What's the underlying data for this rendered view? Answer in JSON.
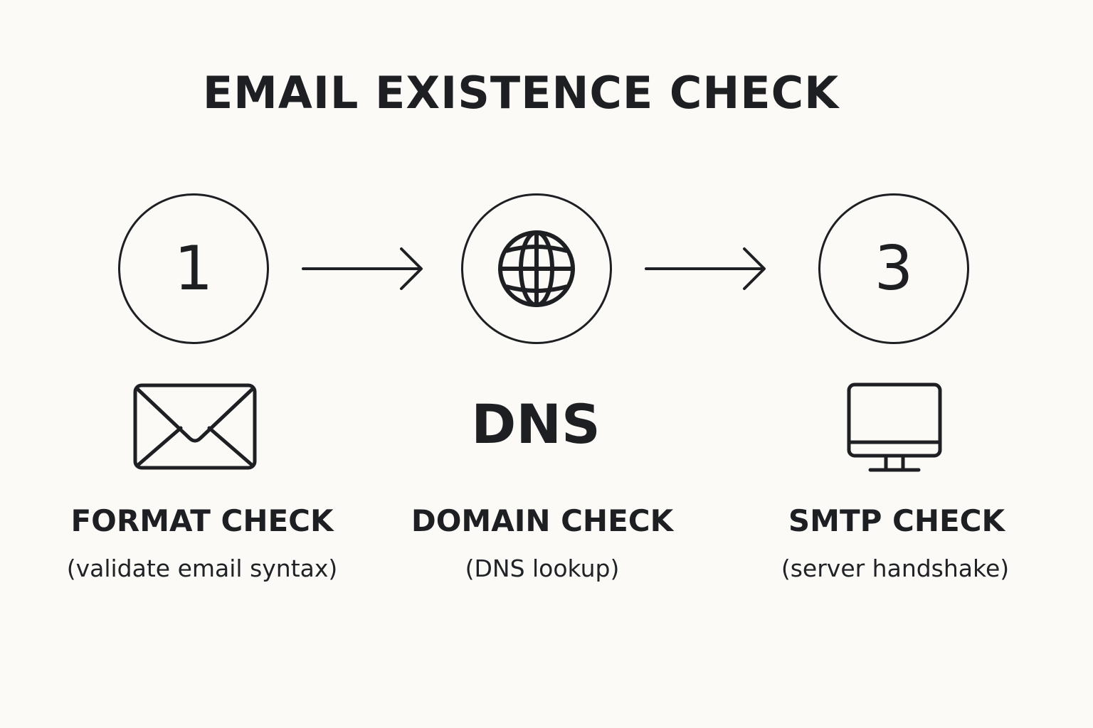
{
  "title": "EMAIL EXISTENCE CHECK",
  "colors": {
    "background": "#fbfaf7",
    "ink": "#1d1f22"
  },
  "steps": [
    {
      "circle_content": "1",
      "circle_icon": null,
      "detail_icon": "envelope-icon",
      "detail_text": null,
      "label": "FORMAT CHECK",
      "description": "(validate email syntax)"
    },
    {
      "circle_content": null,
      "circle_icon": "globe-icon",
      "detail_icon": null,
      "detail_text": "DNS",
      "label": "DOMAIN CHECK",
      "description": "(DNS lookup)"
    },
    {
      "circle_content": "3",
      "circle_icon": null,
      "detail_icon": "monitor-icon",
      "detail_text": null,
      "label": "SMTP CHECK",
      "description": "(server handshake)"
    }
  ],
  "connectors": [
    "arrow-right-icon",
    "arrow-right-icon"
  ]
}
